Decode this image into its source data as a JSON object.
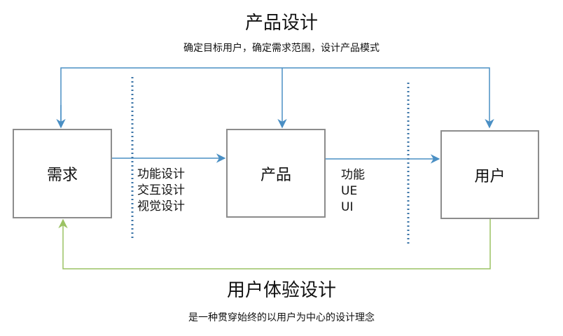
{
  "colors": {
    "blue_line": "#4a8fc4",
    "green_line": "#9bc263",
    "dotted_line": "#3d76a8",
    "box_border": "#8c8c8c"
  },
  "top": {
    "title": "产品设计",
    "subtitle": "确定目标用户，确定需求范围，设计产品模式"
  },
  "bottom": {
    "title": "用户体验设计",
    "subtitle": "是一种贯穿始终的以用户为中心的设计理念"
  },
  "nodes": {
    "need": "需求",
    "product": "产品",
    "user": "用户"
  },
  "design_items": [
    "功能设计",
    "交互设计",
    "视觉设计"
  ],
  "output_items": [
    "功能",
    "UE",
    "UI"
  ]
}
